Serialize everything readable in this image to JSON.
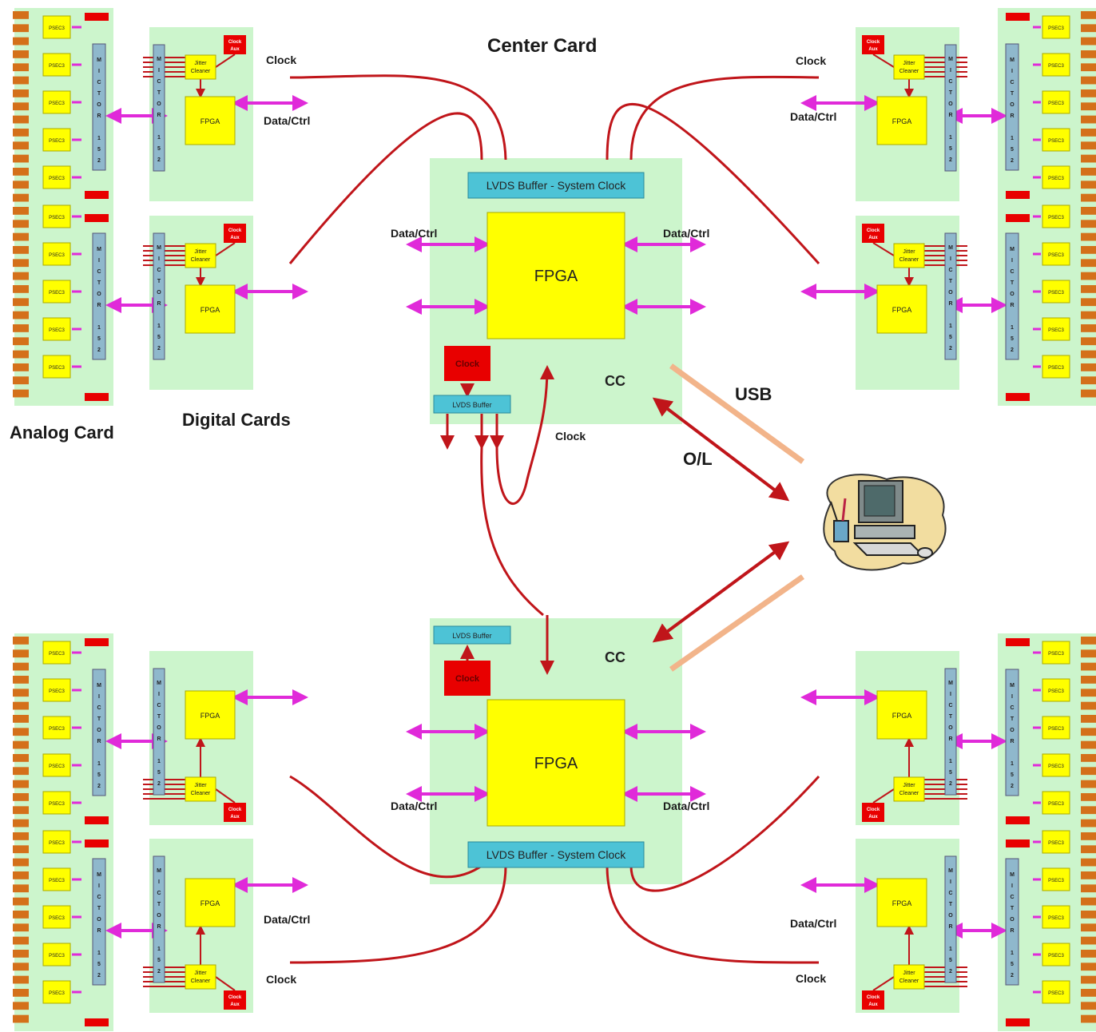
{
  "labels": {
    "center_card": "Center Card",
    "analog_card": "Analog Card",
    "digital_cards": "Digital Cards",
    "clock": "Clock",
    "data_ctrl": "Data/Ctrl",
    "usb": "USB",
    "ol": "O/L",
    "cc": "CC",
    "fpga": "FPGA",
    "lvds_sys": "LVDS Buffer - System Clock",
    "lvds": "LVDS Buffer",
    "jitter": [
      "Jitter",
      "Cleaner"
    ],
    "clock_aux": [
      "Clock",
      "Aux"
    ],
    "psec": "PSEC3",
    "mictor": [
      "M",
      "I",
      "C",
      "T",
      "O",
      "R",
      "",
      "1",
      "5",
      "2"
    ]
  },
  "colors": {
    "card_bg": "#ccf5cc",
    "fpga": "#ffff00",
    "clock_box": "#e80000",
    "lvds": "#4dc3d6",
    "mictor": "#8fb8cc",
    "red_line": "#c0151a",
    "magenta": "#e02ad9",
    "usb_arrow": "#f2b48a",
    "connector": "#d4701a"
  },
  "icons": [
    "computer-icon"
  ]
}
